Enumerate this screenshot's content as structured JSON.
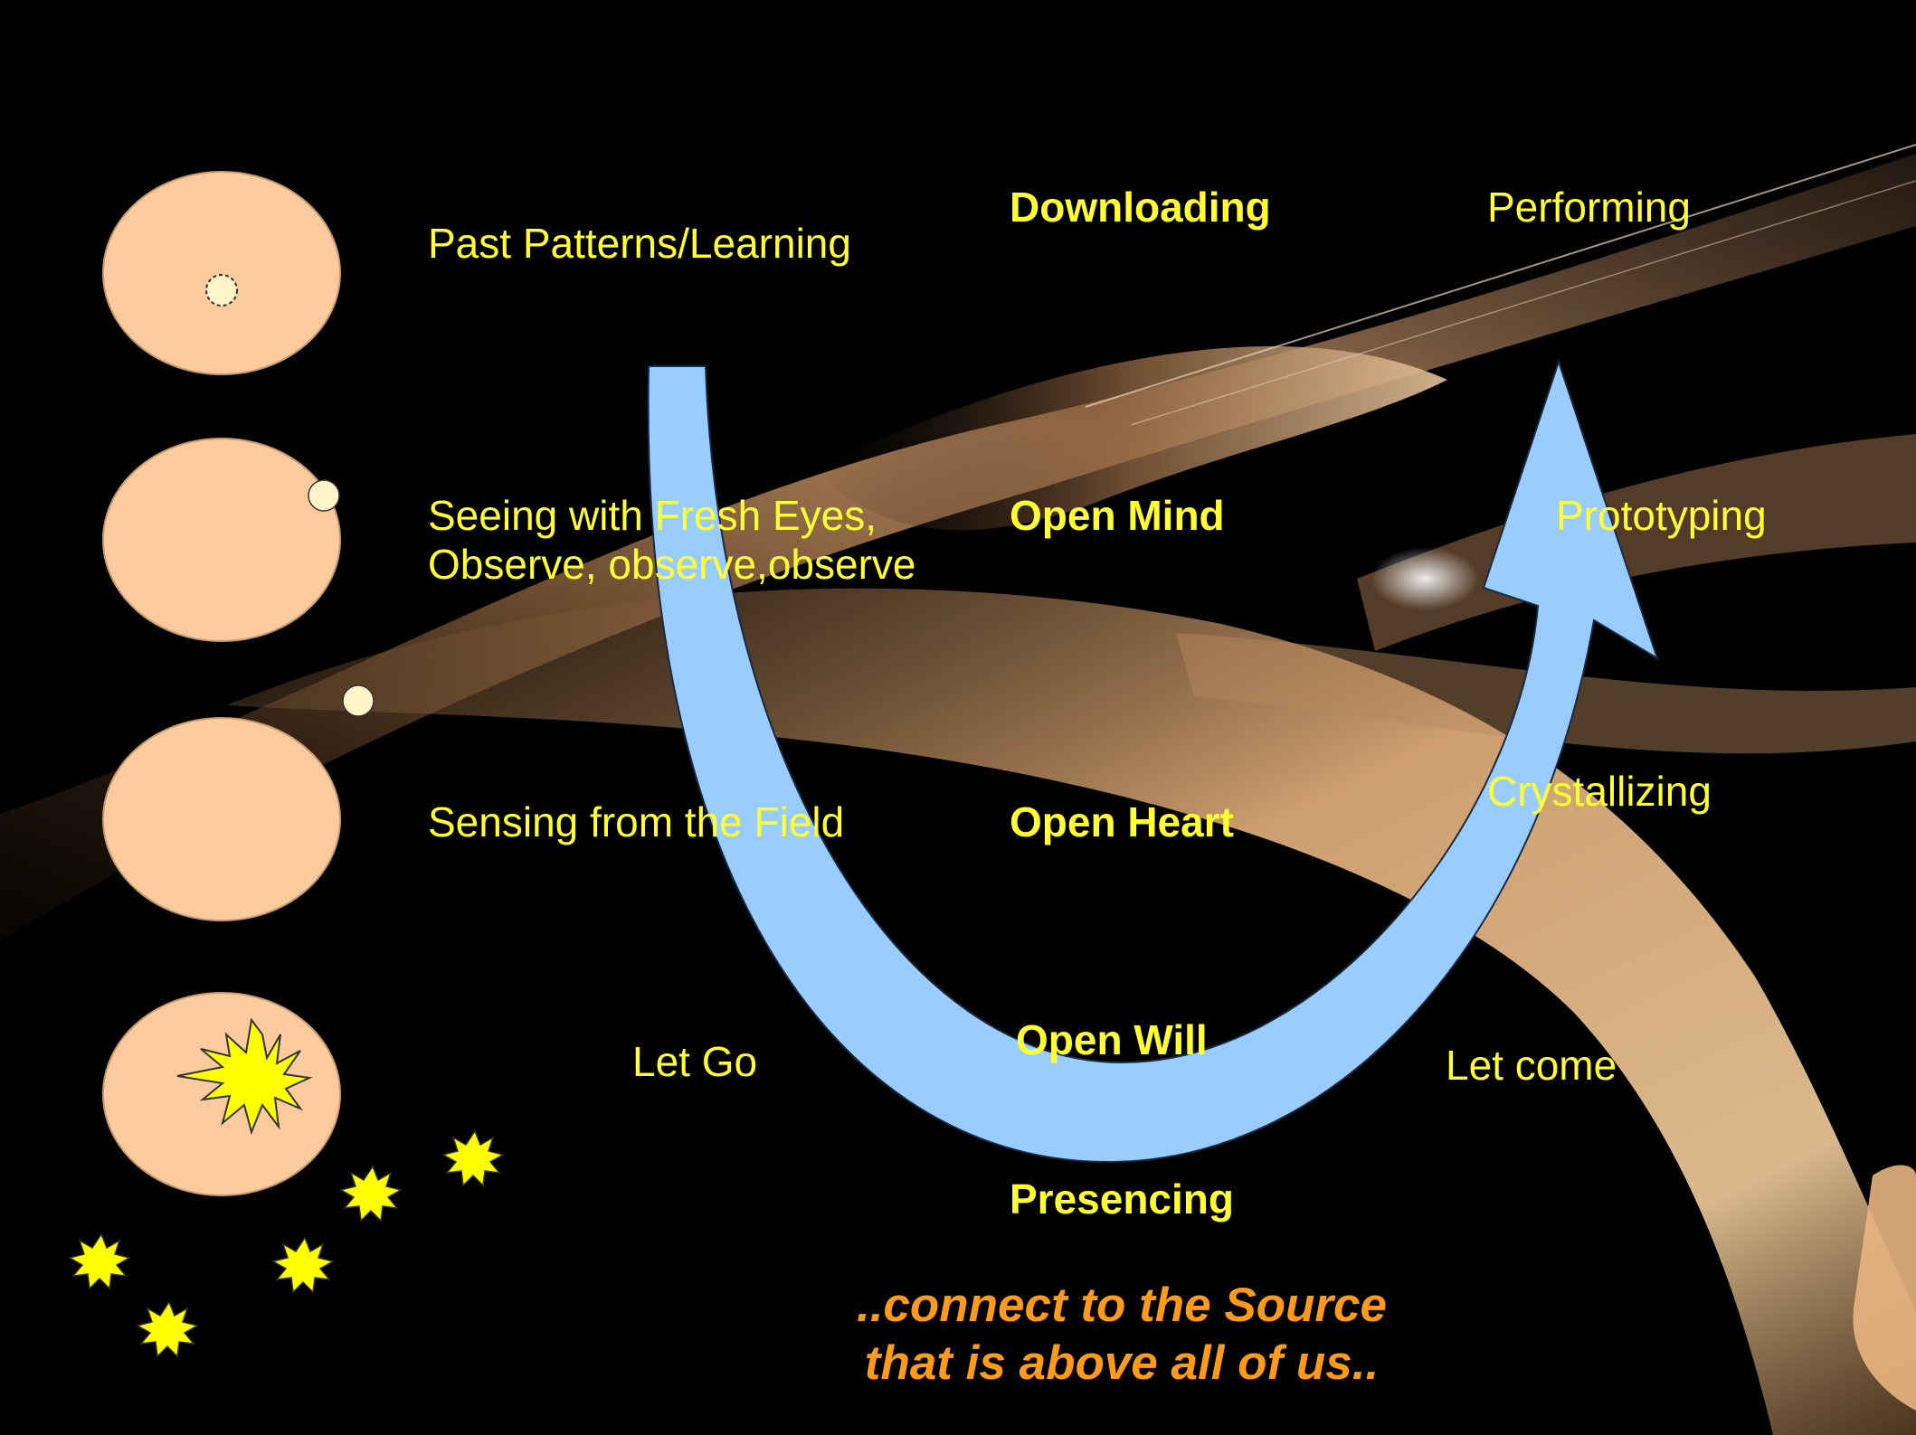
{
  "colors": {
    "label_text": "#ffff33",
    "quote_text": "#ff9a1a",
    "arrow": "#99ccff",
    "circle": "#fccb9d",
    "burst": "#ffff00"
  },
  "left_labels": [
    "Past Patterns/Learning",
    "Seeing with Fresh Eyes,",
    "Observe, observe,observe",
    "Sensing from the Field",
    "Let Go"
  ],
  "center_labels": [
    "Downloading",
    "Open Mind",
    "Open Heart",
    "Open Will",
    "Presencing"
  ],
  "right_labels": [
    "Performing",
    "Prototyping",
    "Crystallizing",
    "Let come"
  ],
  "quote": [
    "..connect to the Source",
    "that is above all of us.."
  ]
}
